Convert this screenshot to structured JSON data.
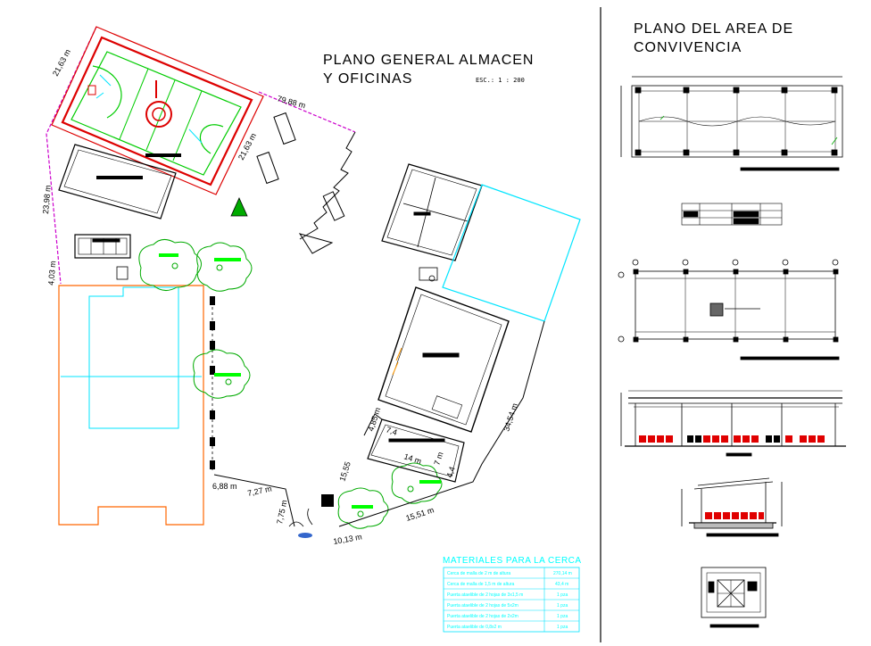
{
  "main_plan": {
    "title_line1": "PLANO GENERAL ALMACEN",
    "title_line2": "Y OFICINAS",
    "scale": "ESC.: 1 : 200"
  },
  "side_plan": {
    "title_line1": "PLANO DEL AREA DE",
    "title_line2": "CONVIVENCIA"
  },
  "dimensions": {
    "d1": "21,63 m",
    "d2": "79,88 m",
    "d3": "21,63 m",
    "d4": "23,98 m",
    "d5": "4,03 m",
    "d6": "6,88 m",
    "d7": "7,27 m",
    "d8": "7,75 m",
    "d9": "10,13 m",
    "d10": "15,51 m",
    "d11": "15,55",
    "d12": "34,54 m",
    "d13": "4,85 m",
    "d14": "7,4",
    "d15": "14 m",
    "d16": "7 m",
    "d17": "4,4"
  },
  "materials": {
    "title": "MATERIALES PARA LA CERCA",
    "rows": [
      {
        "item": "Cerca de malla de 2 m de altura",
        "qty": "270,14 m"
      },
      {
        "item": "Cerca de malla de 1,5 m de altura",
        "qty": "43,4 m"
      },
      {
        "item": "Puerta ataelible de 2 hojas de 3x1,5 m",
        "qty": "1 pza"
      },
      {
        "item": "Puerta ataelible de 2 hojas de 5x2m",
        "qty": "1 pza"
      },
      {
        "item": "Puerta ataelible de 2 hojas de 2x2m",
        "qty": "1 pza"
      },
      {
        "item": "Puerta ataelible de 0,8x2 m",
        "qty": "1 pza"
      }
    ]
  },
  "colors": {
    "fence": "#cc00cc",
    "court": "#dd0000",
    "court_lines": "#00cc00",
    "area_outline": "#00e5ff",
    "building_orange": "#ff6600",
    "labels_green": "#00ff00",
    "trees": "#00aa00",
    "linework": "#000000",
    "seating_red": "#e00000"
  }
}
